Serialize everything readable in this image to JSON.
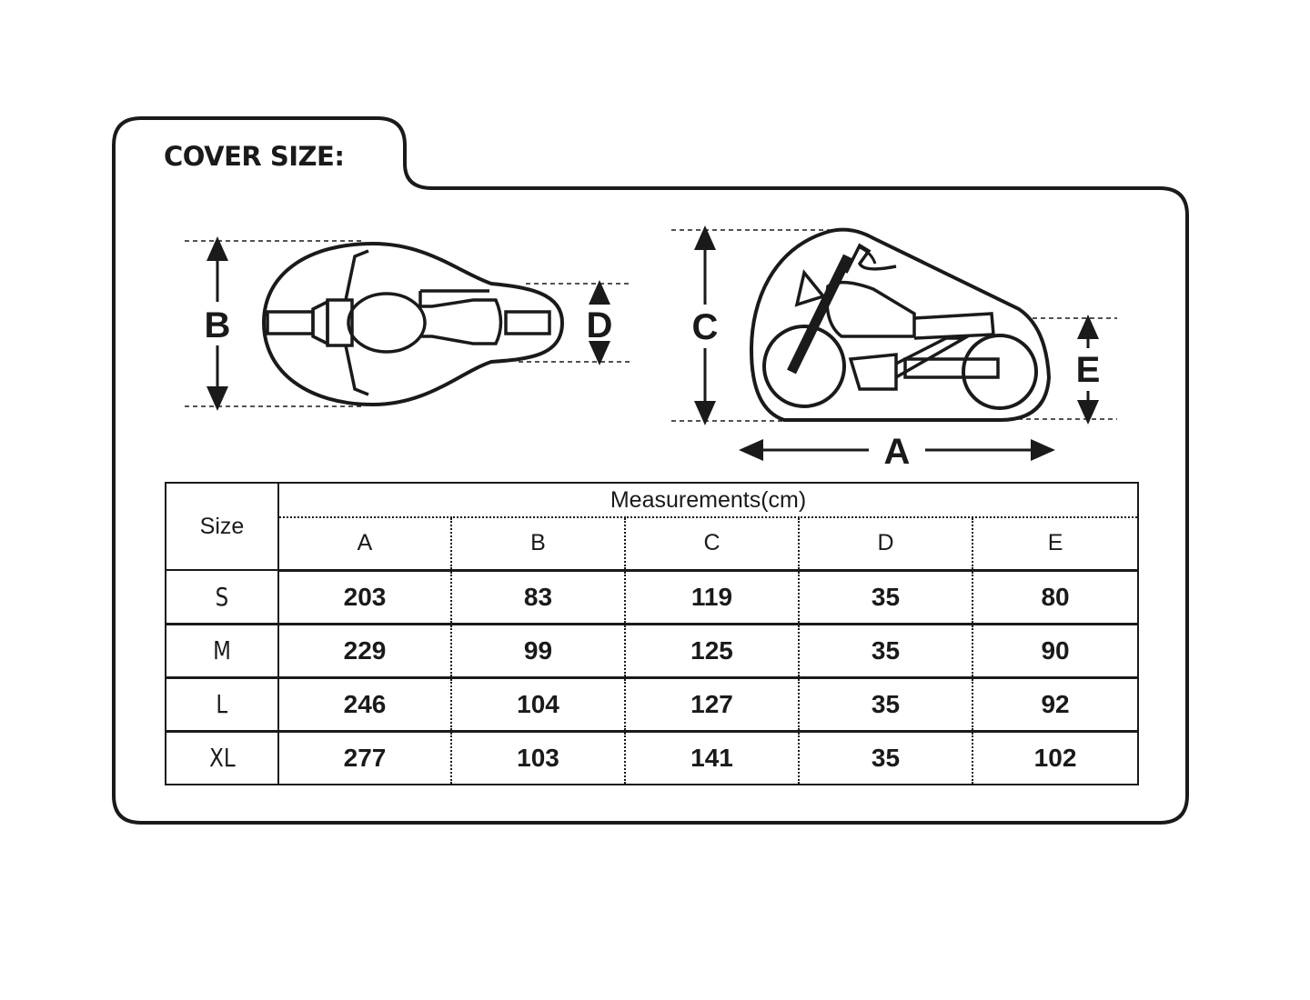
{
  "heading": "COVER SIZE:",
  "diagram": {
    "top_view_labels": [
      "B",
      "D"
    ],
    "side_view_labels": [
      "C",
      "E",
      "A"
    ]
  },
  "table": {
    "size_header": "Size",
    "group_header": "Measurements(cm)",
    "columns": [
      "A",
      "B",
      "C",
      "D",
      "E"
    ],
    "rows": [
      {
        "size": "S",
        "values": [
          "203",
          "83",
          "119",
          "35",
          "80"
        ]
      },
      {
        "size": "M",
        "values": [
          "229",
          "99",
          "125",
          "35",
          "90"
        ]
      },
      {
        "size": "L",
        "values": [
          "246",
          "104",
          "127",
          "35",
          "92"
        ]
      },
      {
        "size": "XL",
        "values": [
          "277",
          "103",
          "141",
          "35",
          "102"
        ]
      }
    ]
  }
}
